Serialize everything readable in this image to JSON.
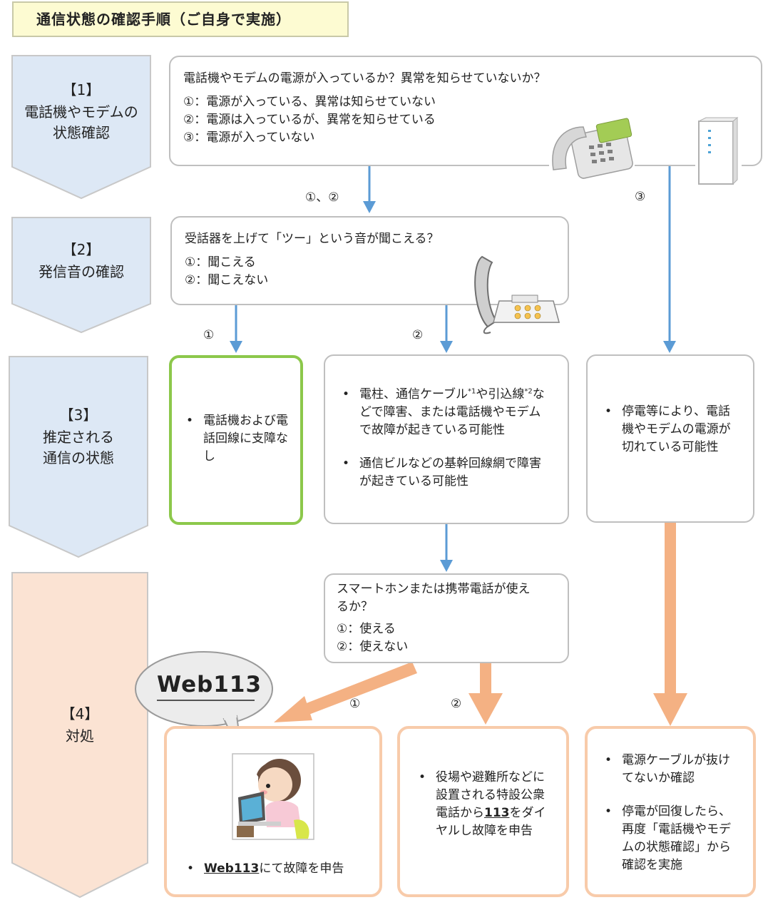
{
  "title": "通信状態の確認手順（ご自身で実施）",
  "steps": [
    {
      "num": "【1】",
      "line1": "電話機やモデムの",
      "line2": "状態確認"
    },
    {
      "num": "【2】",
      "line1": "発信音の確認",
      "line2": ""
    },
    {
      "num": "【3】",
      "line1": "推定される",
      "line2": "通信の状態"
    },
    {
      "num": "【4】",
      "line1": "対処",
      "line2": ""
    }
  ],
  "q1": {
    "question": "電話機やモデムの電源が入っているか？異常を知らせていないか？",
    "options": [
      "①：電源が入っている、異常は知らせていない",
      "②：電源は入っているが、異常を知らせている",
      "③：電源が入っていない"
    ]
  },
  "q2": {
    "question": "受話器を上げて「ツー」という音が聞こえる？",
    "options": [
      "①：聞こえる",
      "②：聞こえない"
    ]
  },
  "q3": {
    "question_line1": "スマートホンまたは携帯電話が使え",
    "question_line2": "るか？",
    "options": [
      "①：使える",
      "②：使えない"
    ]
  },
  "labels": {
    "q1_to_q2": "①、②",
    "q1_to_power": "③",
    "q2_ok": "①",
    "q2_ng": "②",
    "q3_ok": "①",
    "q3_ng": "②"
  },
  "status": {
    "ok": "電話機および電話回線に支障なし",
    "fault_a_pre": "電柱、通信ケーブル",
    "fault_a_sup1": "*1",
    "fault_a_mid": "や引込線",
    "fault_a_sup2": "*2",
    "fault_a_post": "などで障害、または電話機やモデムで故障が起きている可能性",
    "fault_b": "通信ビルなどの基幹回線網で障害が起きている可能性",
    "power": "停電等により、電話機やモデムの電源が切れている可能性"
  },
  "actions": {
    "web_link": "Web113",
    "web_rest": "にて故障を申告",
    "speech": "Web113",
    "payphone_pre": "役場や避難所などに設置される特設公衆電話から",
    "payphone_num": "113",
    "payphone_post": "をダイヤルし故障を申告",
    "cable": "電源ケーブルが抜けてないか確認",
    "recheck": "停電が回復したら、再度「電話機やモデムの状態確認」から確認を実施"
  },
  "colors": {
    "step_blue": "#dde8f5",
    "step_orange": "#fbe3d3",
    "arrow_blue": "#5b9bd5",
    "arrow_orange": "#f4b183",
    "green_border": "#8cc84b",
    "orange_border": "#f8cbaa"
  }
}
